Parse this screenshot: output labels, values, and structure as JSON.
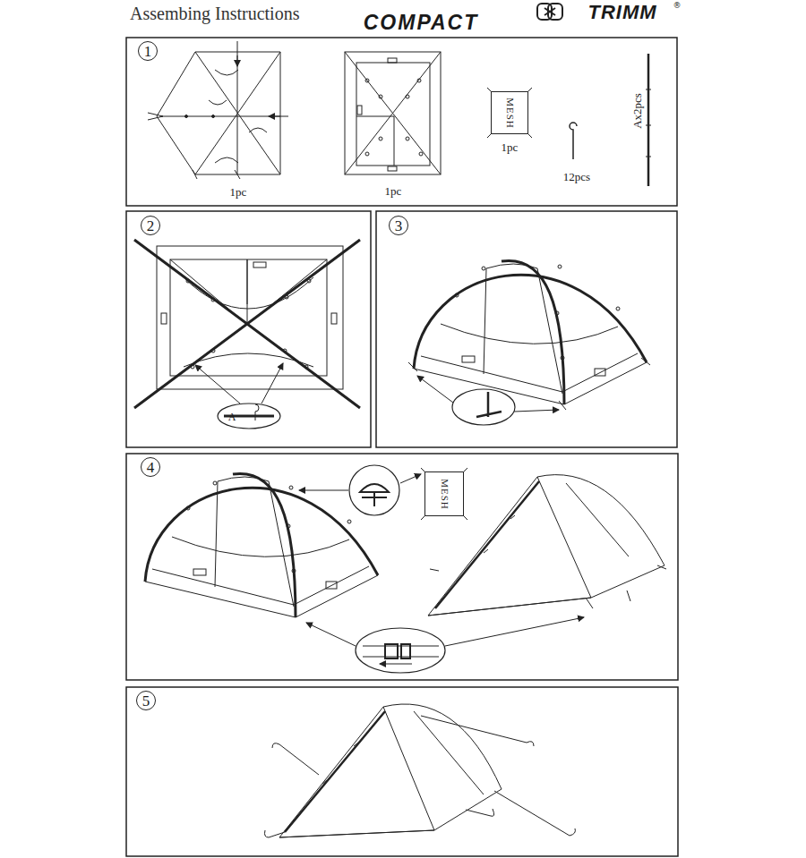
{
  "diagram": {
    "title": "Assembing Instructions",
    "nodes": [
      {
        "text": [
          "1"
        ]
      },
      {
        "text": [
          "MESH"
        ]
      },
      {
        "text": [
          "2"
        ]
      },
      {
        "text": [
          "3"
        ]
      },
      {
        "text": [
          "4"
        ]
      },
      {
        "text": [
          "MESH"
        ]
      },
      {
        "text": [
          "5"
        ]
      }
    ],
    "labels": [
      "COMPACT",
      "TRIMM",
      "®",
      "1pc",
      "1pc",
      "1pc",
      "12pcs",
      "Ax2pcs",
      "A"
    ]
  }
}
